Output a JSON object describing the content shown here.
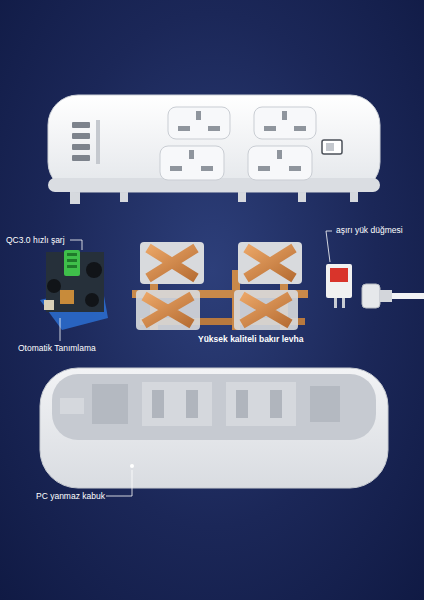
{
  "diagram": {
    "labels": [
      "QC3.0 hızlı şarj",
      "Otomatik Tanımlama",
      "aşırı yük düğmesi",
      "Yüksek kaliteli bakır levha",
      "PC yanmaz kabuk"
    ]
  }
}
